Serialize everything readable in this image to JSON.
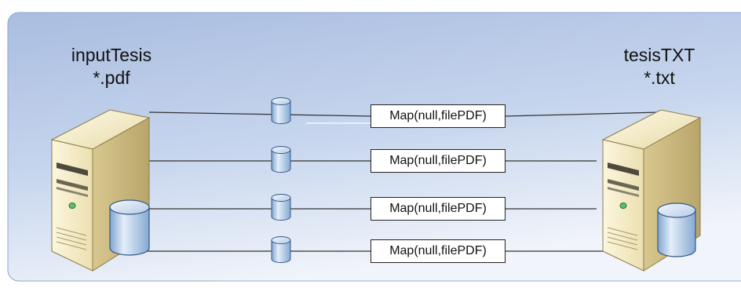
{
  "source": {
    "title": "inputTesis",
    "pattern": "*.pdf"
  },
  "target": {
    "title": "tesisTXT",
    "pattern": "*.txt"
  },
  "map_tasks": [
    {
      "label": "Map(null,filePDF)"
    },
    {
      "label": "Map(null,filePDF)"
    },
    {
      "label": "Map(null,filePDF)"
    },
    {
      "label": "Map(null,filePDF)"
    }
  ],
  "colors": {
    "background_top": "#b7c9e6",
    "background_bottom": "#eef2f9",
    "server_body": "#f4ecc9",
    "server_side": "#cfbf86",
    "cylinder": "#c9dbef",
    "line": "#333333"
  }
}
